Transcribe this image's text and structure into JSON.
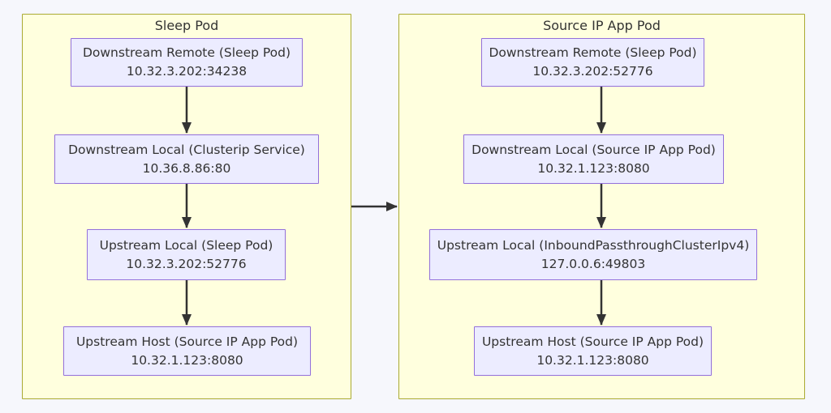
{
  "diagram": {
    "type": "flowchart",
    "direction": "top-down",
    "colors": {
      "background": "#f6f7fc",
      "cluster_fill": "#ffffde",
      "cluster_border": "#aaaa33",
      "node_fill": "#ececff",
      "node_border": "#9370db",
      "text": "#333333",
      "arrow": "#333333"
    },
    "clusters": [
      {
        "title": "Sleep Pod",
        "nodes": [
          {
            "title": "Downstream Remote (Sleep Pod)",
            "address": "10.32.3.202:34238"
          },
          {
            "title": "Downstream Local (Clusterip Service)",
            "address": "10.36.8.86:80"
          },
          {
            "title": "Upstream Local (Sleep Pod)",
            "address": "10.32.3.202:52776"
          },
          {
            "title": "Upstream Host (Source IP App Pod)",
            "address": "10.32.1.123:8080"
          }
        ]
      },
      {
        "title": "Source IP App Pod",
        "nodes": [
          {
            "title": "Downstream Remote (Sleep Pod)",
            "address": "10.32.3.202:52776"
          },
          {
            "title": "Downstream Local (Source IP App Pod)",
            "address": "10.32.1.123:8080"
          },
          {
            "title": "Upstream Local (InboundPassthroughClusterIpv4)",
            "address": "127.0.0.6:49803"
          },
          {
            "title": "Upstream Host (Source IP App Pod)",
            "address": "10.32.1.123:8080"
          }
        ]
      }
    ],
    "edges": [
      {
        "from": "Sleep Pod / Downstream Remote (Sleep Pod)",
        "to": "Sleep Pod / Downstream Local (Clusterip Service)"
      },
      {
        "from": "Sleep Pod / Downstream Local (Clusterip Service)",
        "to": "Sleep Pod / Upstream Local (Sleep Pod)"
      },
      {
        "from": "Sleep Pod / Upstream Local (Sleep Pod)",
        "to": "Sleep Pod / Upstream Host (Source IP App Pod)"
      },
      {
        "from": "Source IP App Pod / Downstream Remote (Sleep Pod)",
        "to": "Source IP App Pod / Downstream Local (Source IP App Pod)"
      },
      {
        "from": "Source IP App Pod / Downstream Local (Source IP App Pod)",
        "to": "Source IP App Pod / Upstream Local (InboundPassthroughClusterIpv4)"
      },
      {
        "from": "Source IP App Pod / Upstream Local (InboundPassthroughClusterIpv4)",
        "to": "Source IP App Pod / Upstream Host (Source IP App Pod)"
      },
      {
        "from": "Sleep Pod",
        "to": "Source IP App Pod"
      }
    ]
  }
}
